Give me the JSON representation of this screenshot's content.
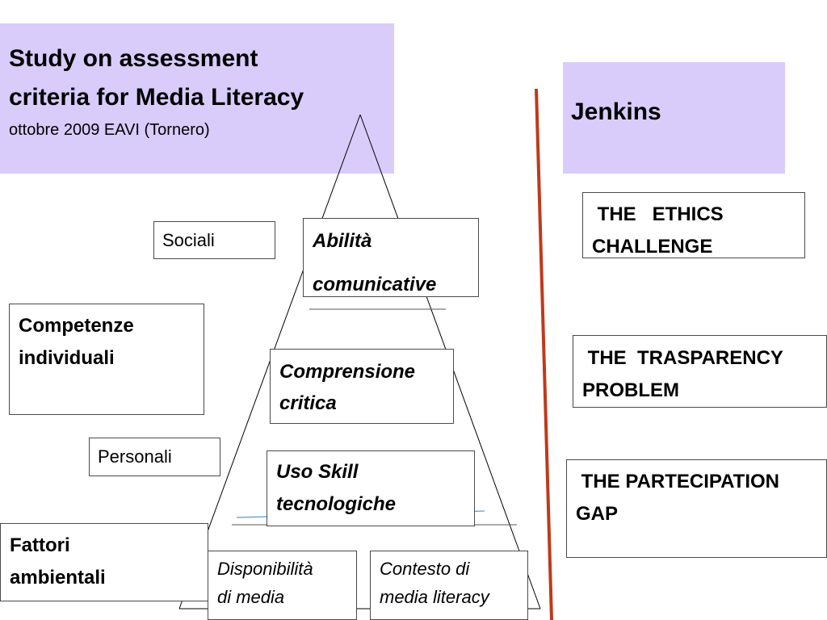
{
  "title": {
    "line1": "Study on assessment",
    "line2": "criteria for  Media Literacy",
    "subtitle": "ottobre 2009 EAVI (Tornero)"
  },
  "jenkins": {
    "label": "Jenkins"
  },
  "pyramid": {
    "top": {
      "line1": "Abilità",
      "line2": "comunicative"
    },
    "middle": {
      "line1": "Comprensione",
      "line2": "critica"
    },
    "lower": {
      "line1": "Uso Skill",
      "line2": "tecnologiche"
    },
    "base_left": {
      "line1": "Disponibilità",
      "line2": "di media"
    },
    "base_right": {
      "line1": "Contesto di",
      "line2": "media literacy"
    }
  },
  "left_labels": {
    "sociali": "Sociali",
    "competenze": {
      "line1": "Competenze",
      "line2": "individuali"
    },
    "personali": "Personali",
    "fattori": {
      "line1": "Fattori",
      "line2": "ambientali"
    }
  },
  "challenges": {
    "ethics": {
      "line1": " THE   ETHICS",
      "line2": "CHALLENGE"
    },
    "transparency": {
      "line1": " THE  TRASPARENCY",
      "line2": "PROBLEM"
    },
    "participation": {
      "line1": " THE PARTECIPATION",
      "line2": "GAP"
    }
  },
  "colors": {
    "title_bg": "#d9ccfb",
    "divider": "#c0391b",
    "accent_line": "#5b9bd5"
  }
}
